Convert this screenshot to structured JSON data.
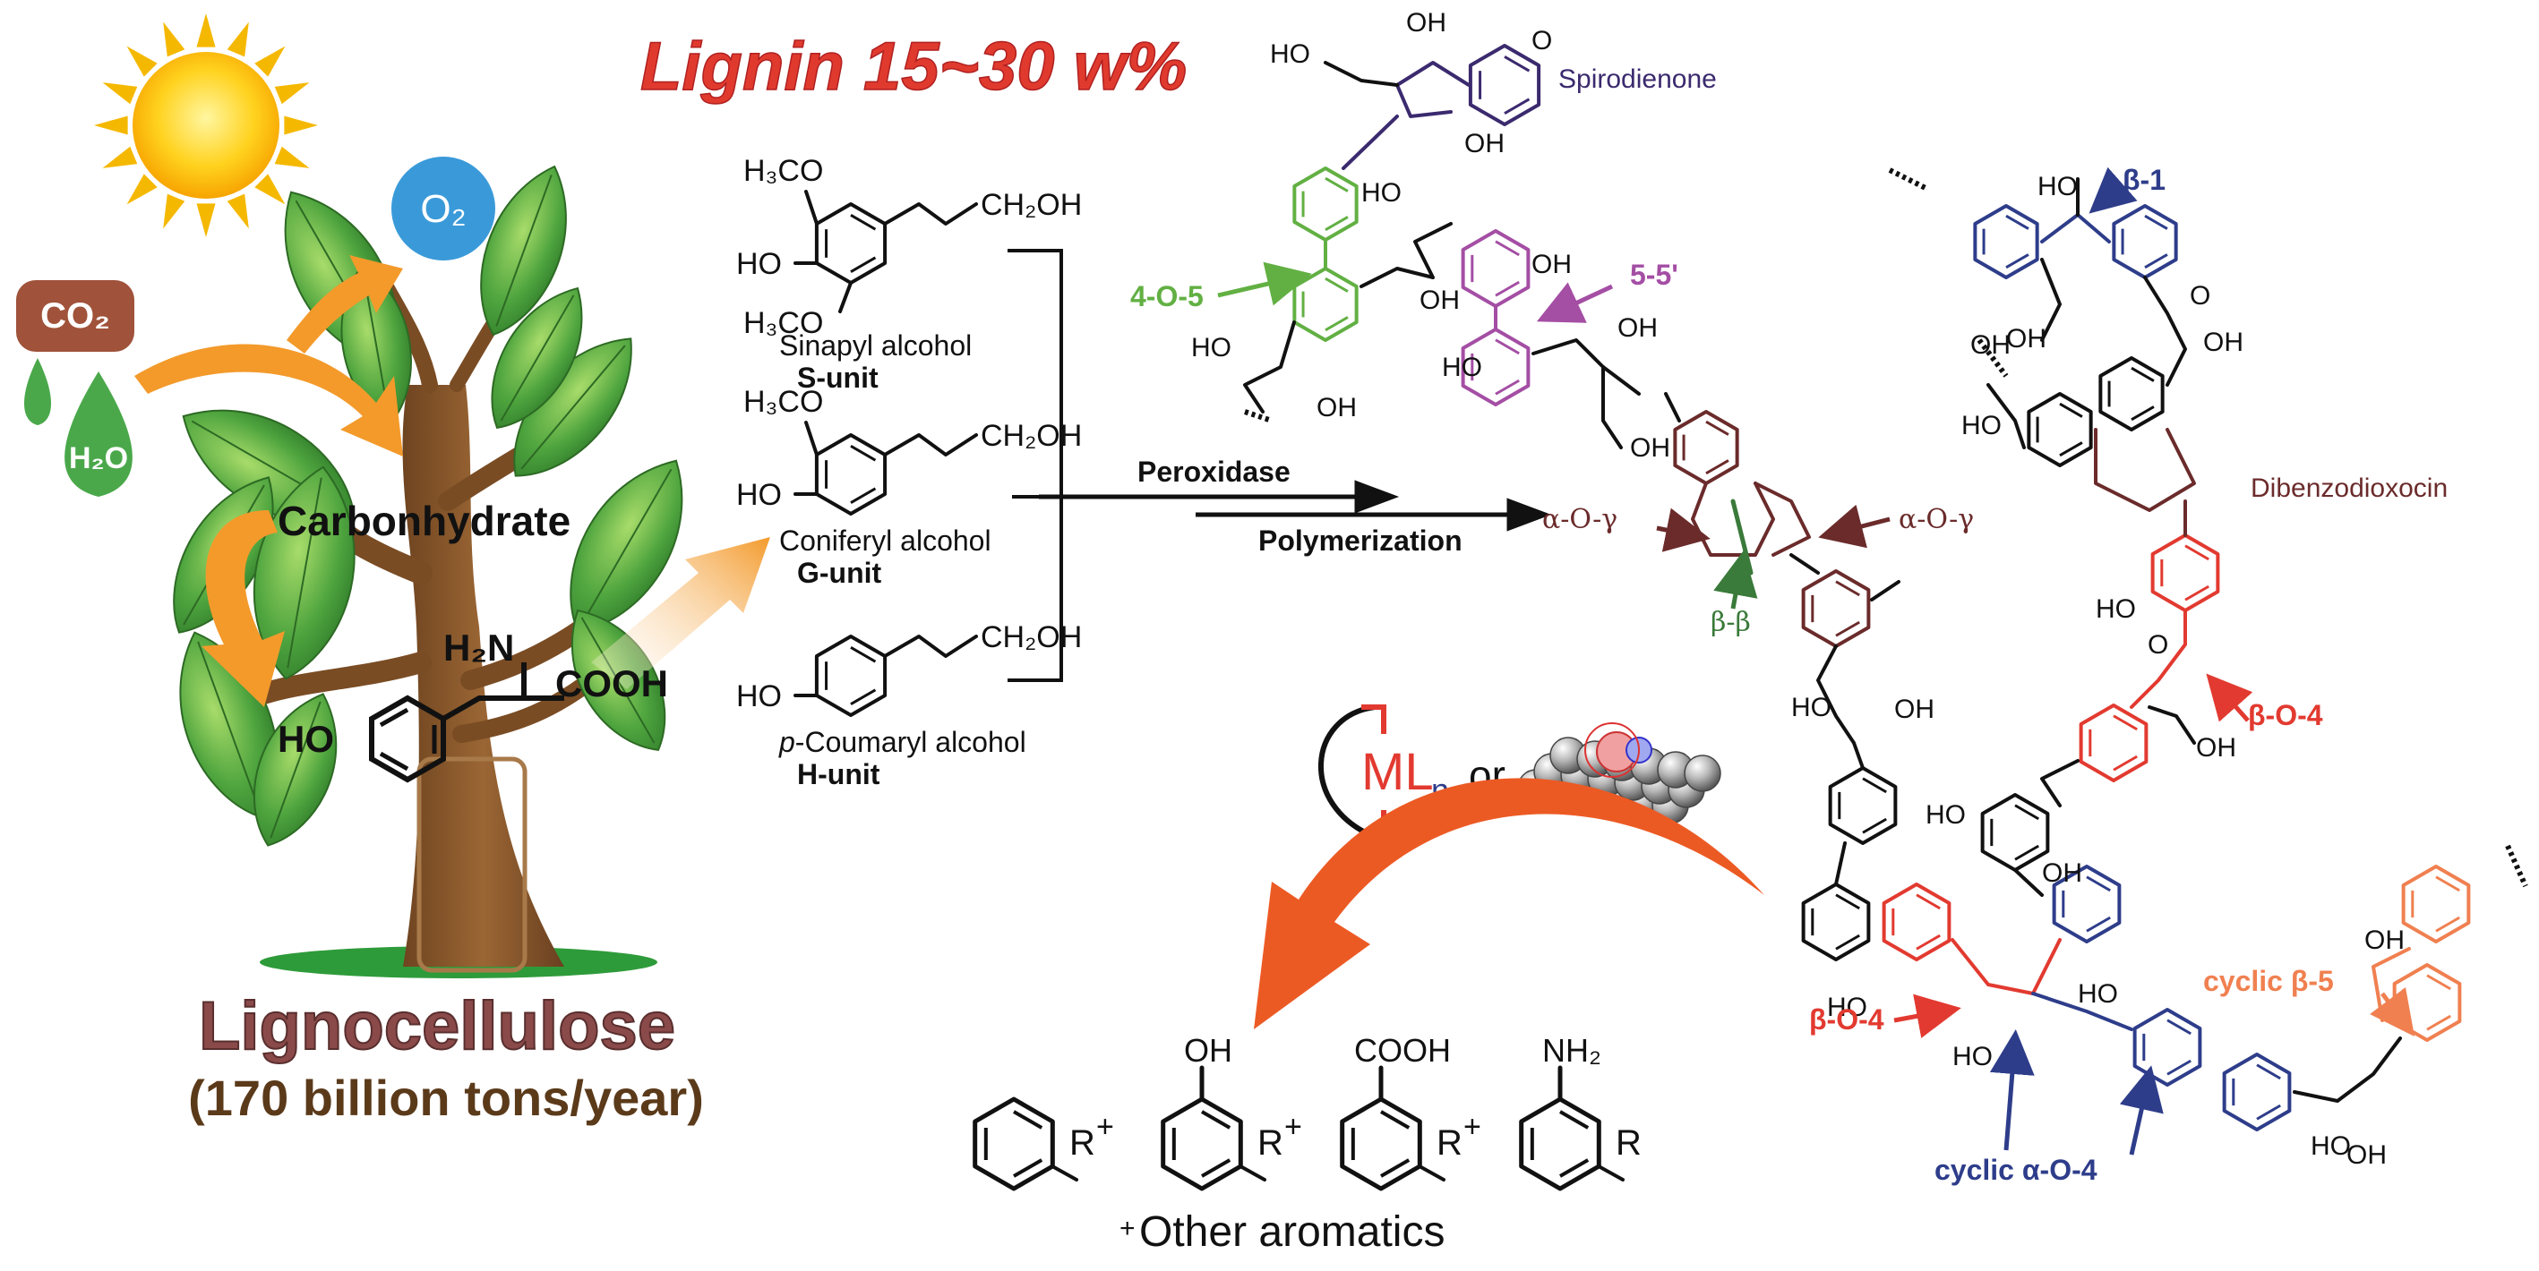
{
  "title": "Lignin 15~30 w%",
  "inputs": {
    "co2": "CO₂",
    "h2o": "H₂O",
    "o2": "O₂"
  },
  "tree": {
    "trunk_label": "Carbonhydrate",
    "amine_label": "H₂N",
    "acid_label": "COOH",
    "ho_label": "HO"
  },
  "source": {
    "name": "Lignocellulose",
    "amount": "(170 billion tons/year)"
  },
  "monomers": [
    {
      "top": "H₃CO",
      "ho": "HO",
      "bottom": "H₃CO",
      "chain": "CH₂OH",
      "name": "Sinapyl alcohol",
      "unit": "S-unit"
    },
    {
      "top": "H₃CO",
      "ho": "HO",
      "bottom": "",
      "chain": "CH₂OH",
      "name": "Coniferyl alcohol",
      "unit": "G-unit"
    },
    {
      "top": "",
      "ho": "HO",
      "bottom": "",
      "chain": "CH₂OH",
      "name_prefix": "p",
      "name": "-Coumaryl alcohol",
      "unit": "H-unit"
    }
  ],
  "process": {
    "enzyme": "Peroxidase",
    "step": "Polymerization"
  },
  "catalyst": {
    "metal": "ML",
    "subscript": "n",
    "or": "or"
  },
  "linkages": {
    "spirodienone": "Spirodienone",
    "dibenzodioxocin": "Dibenzodioxocin",
    "l_4o5": "4-O-5",
    "l_55": "5-5'",
    "l_aog_left": "α-O-γ",
    "l_aog_right": "α-O-γ",
    "l_bb": "β-β",
    "l_b1": "β-1",
    "l_bo4_right": "β-O-4",
    "l_bo4_left": "β-O-4",
    "l_cb5": "cyclic β-5",
    "l_cao4": "cyclic α-O-4"
  },
  "atoms": {
    "ho": "HO",
    "oh": "OH",
    "o": "O",
    "oxo": "O"
  },
  "products": {
    "r": "R",
    "plus": "+",
    "oh": "OH",
    "cooh": "COOH",
    "nh2": "NH₂",
    "other": "Other aromatics"
  },
  "colors": {
    "title_red": "#e03a2e",
    "orange_arrow": "#f39a2b",
    "big_arrow": "#ec5a24",
    "leaf_green": "#3d9a3a",
    "trunk_brown": "#8b5a2b",
    "co2_brown": "#a0523a",
    "o2_blue": "#3a9ad9",
    "h2o_green": "#4aa84a",
    "spiro": "#3b2a6e",
    "green_link": "#62b043",
    "magenta": "#a44ea4",
    "dark_red": "#6b2b2b",
    "navy": "#2e3d8a",
    "red": "#e23a30",
    "salmon": "#f08050",
    "dbg_green": "#3a7a3a"
  }
}
